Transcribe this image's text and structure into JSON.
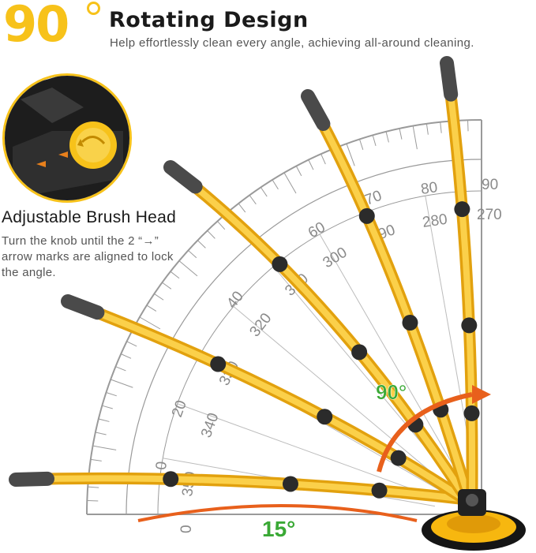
{
  "header": {
    "big_number": "90",
    "title": "Rotating Design",
    "subtitle": "Help effortlessly clean every angle, achieving all-around cleaning."
  },
  "feature": {
    "title": "Adjustable Brush Head",
    "description": "Turn the knob until the 2 “→” arrow marks are aligned to lock the angle."
  },
  "scale": {
    "inner_labels": [
      "0",
      "20",
      "40",
      "60",
      "70",
      "80",
      "90"
    ],
    "outer_labels": [
      "0",
      "350",
      "340",
      "330",
      "320",
      "310",
      "300",
      "290",
      "280",
      "270"
    ]
  },
  "angles": {
    "max_rotation": "90°",
    "tilt": "15°"
  },
  "colors": {
    "accent_yellow": "#f7c21a",
    "pole_yellow": "#f5b820",
    "arrow_orange": "#e8601c",
    "angle_green": "#3aa935",
    "handle_gray": "#4a4a4a"
  },
  "icons": [
    "knob-icon",
    "arrow-mark-icon",
    "rotation-arrow-icon",
    "brush-head-icon"
  ]
}
